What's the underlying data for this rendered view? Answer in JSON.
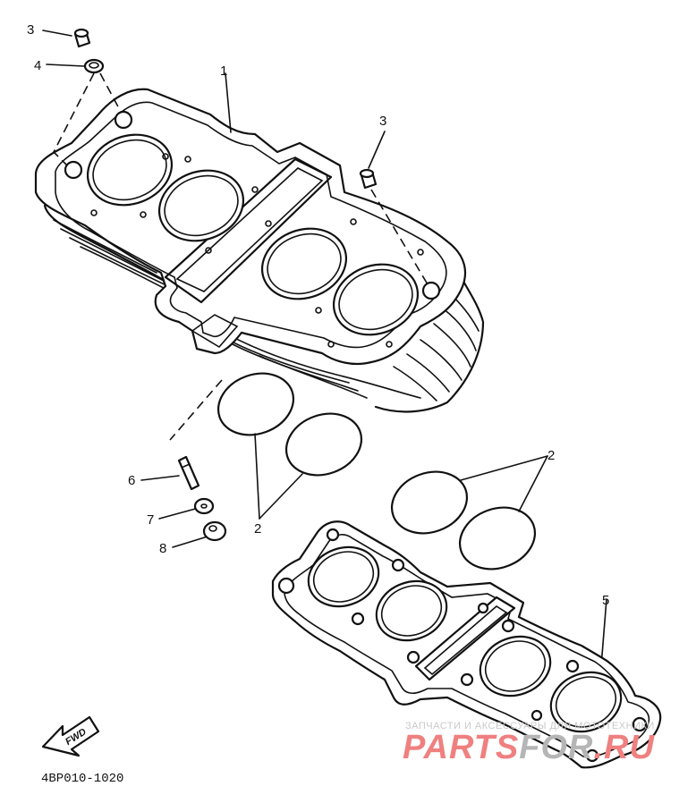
{
  "callouts": {
    "c1": "1",
    "c2a": "2",
    "c2b": "2",
    "c3a": "3",
    "c3b": "3",
    "c4": "4",
    "c5": "5",
    "c6": "6",
    "c7": "7",
    "c8": "8"
  },
  "fwd_label": "FWD",
  "part_code": "4BP010-1020",
  "watermark": {
    "tagline": "ЗАПЧАСТИ И АКСЕССУАРЫ ДЛЯ МОТОТЕХНИКИ",
    "logo_part1": "PARTS",
    "logo_part2": "FOR",
    "logo_part3": ".RU",
    "color_primary": "#f08080",
    "color_secondary": "#b0b0b0"
  },
  "icons": {
    "fwd_arrow": "arrow-fwd-icon"
  }
}
